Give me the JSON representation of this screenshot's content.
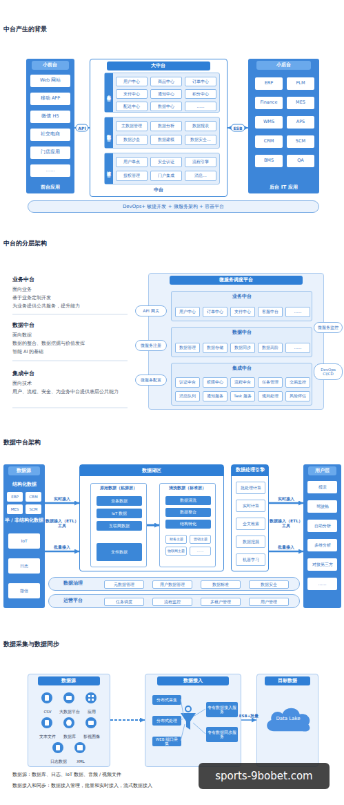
{
  "diagram": {
    "nodes": [
      {
        "text": [
          "小前台",
          "前台应用"
        ]
      },
      {
        "text": [
          "Web 网站"
        ],
        "in": 0
      },
      {
        "text": [
          "移动 APP"
        ],
        "in": 0
      },
      {
        "text": [
          "微信 H5"
        ],
        "in": 0
      },
      {
        "text": [
          "社交电商"
        ],
        "in": 0
      },
      {
        "text": [
          "门店应用"
        ],
        "in": 0
      },
      {
        "text": [
          "……"
        ],
        "in": 0
      },
      {
        "text": [
          "大中台",
          "中台"
        ]
      },
      {
        "text": [
          "业务中台"
        ],
        "in": 7
      },
      {
        "text": [
          "用户中心"
        ],
        "in": 8
      },
      {
        "text": [
          "商品中心"
        ],
        "in": 8
      },
      {
        "text": [
          "订单中心"
        ],
        "in": 8
      },
      {
        "text": [
          "支付中心"
        ],
        "in": 8
      },
      {
        "text": [
          "通知中心"
        ],
        "in": 8
      },
      {
        "text": [
          "积分中心"
        ],
        "in": 8
      },
      {
        "text": [
          "配送中心"
        ],
        "in": 8
      },
      {
        "text": [
          "数据中心"
        ],
        "in": 8
      },
      {
        "text": [
          "……"
        ],
        "in": 8
      },
      {
        "text": [
          "数据中台"
        ],
        "in": 7
      },
      {
        "text": [
          "主数据管理"
        ],
        "in": 18
      },
      {
        "text": [
          "数据分析"
        ],
        "in": 18
      },
      {
        "text": [
          "数据报表"
        ],
        "in": 18
      },
      {
        "text": [
          "数据沙盒"
        ],
        "in": 18
      },
      {
        "text": [
          "数据建模"
        ],
        "in": 18
      },
      {
        "text": [
          "数据安全…"
        ],
        "in": 18
      },
      {
        "text": [
          "技术中台"
        ],
        "in": 7
      },
      {
        "text": [
          "用户单点"
        ],
        "in": 25
      },
      {
        "text": [
          "安全认证"
        ],
        "in": 25
      },
      {
        "text": [
          "流程引擎"
        ],
        "in": 25
      },
      {
        "text": [
          "授权管理"
        ],
        "in": 25
      },
      {
        "text": [
          "门户集成"
        ],
        "in": 25
      },
      {
        "text": [
          "消息…"
        ],
        "in": 25
      },
      {
        "text": [
          "小后台",
          "后台 IT 应用"
        ]
      },
      {
        "text": [
          "ERP"
        ],
        "in": 32
      },
      {
        "text": [
          "PLM"
        ],
        "in": 32
      },
      {
        "text": [
          "Finance"
        ],
        "in": 32
      },
      {
        "text": [
          "MES"
        ],
        "in": 32
      },
      {
        "text": [
          "WMS"
        ],
        "in": 32
      },
      {
        "text": [
          "APS"
        ],
        "in": 32
      },
      {
        "text": [
          "CRM"
        ],
        "in": 32
      },
      {
        "text": [
          "SCM"
        ],
        "in": 32
      },
      {
        "text": [
          "BMS"
        ],
        "in": 32
      },
      {
        "text": [
          "QA"
        ],
        "in": 32
      },
      {
        "text": [
          "DevOps+ 敏捷开发 + 微服务架构 + 容器平台"
        ]
      },
      {
        "text": [
          "微服务调度平台"
        ]
      },
      {
        "text": [
          "业务中台"
        ],
        "in": 44
      },
      {
        "text": [
          "用户中心"
        ],
        "in": 45
      },
      {
        "text": [
          "订单中心"
        ],
        "in": 45
      },
      {
        "text": [
          "支付中心"
        ],
        "in": 45
      },
      {
        "text": [
          "客服中台"
        ],
        "in": 45
      },
      {
        "text": [
          "……"
        ],
        "in": 45
      },
      {
        "text": [
          "数据中台"
        ],
        "in": 44
      },
      {
        "text": [
          "数据管理"
        ],
        "in": 51
      },
      {
        "text": [
          "数据存储"
        ],
        "in": 51
      },
      {
        "text": [
          "数据同步"
        ],
        "in": 51
      },
      {
        "text": [
          "数据高阶"
        ],
        "in": 51
      },
      {
        "text": [
          "……"
        ],
        "in": 51
      },
      {
        "text": [
          "集成中台"
        ],
        "in": 44
      },
      {
        "text": [
          "认证中台"
        ],
        "in": 57
      },
      {
        "text": [
          "权限中心"
        ],
        "in": 57
      },
      {
        "text": [
          "流程中台"
        ],
        "in": 57
      },
      {
        "text": [
          "任务管理"
        ],
        "in": 57
      },
      {
        "text": [
          "交易监控"
        ],
        "in": 57
      },
      {
        "text": [
          "消息队列"
        ],
        "in": 57
      },
      {
        "text": [
          "通知服务"
        ],
        "in": 57
      },
      {
        "text": [
          "Task 服务"
        ],
        "in": 57
      },
      {
        "text": [
          "规则处理"
        ],
        "in": 57
      },
      {
        "text": [
          "风险评估"
        ],
        "in": 57
      },
      {
        "text": [
          "API 网关"
        ]
      },
      {
        "text": [
          "微服务注册"
        ]
      },
      {
        "text": [
          "微服务配置"
        ]
      },
      {
        "text": [
          "微服务监控"
        ]
      },
      {
        "text": [
          "DevOps CI/CD"
        ]
      },
      {
        "text": [
          "数据源",
          "结构化数据",
          "半 / 非结构化数据"
        ]
      },
      {
        "text": [
          "ERP"
        ],
        "in": 73
      },
      {
        "text": [
          "CRM"
        ],
        "in": 73
      },
      {
        "text": [
          "MES"
        ],
        "in": 73
      },
      {
        "text": [
          "SCM"
        ],
        "in": 73
      },
      {
        "text": [
          "IoT"
        ],
        "in": 73
      },
      {
        "text": [
          "日志"
        ],
        "in": 73
      },
      {
        "text": [
          "微信"
        ],
        "in": 73
      },
      {
        "text": [
          "数据湖区"
        ]
      },
      {
        "text": [
          "原始数据（贴源层）"
        ],
        "in": 81
      },
      {
        "text": [
          "业务数据"
        ],
        "in": 82
      },
      {
        "text": [
          "IoT 数据"
        ],
        "in": 82
      },
      {
        "text": [
          "互联网数据"
        ],
        "in": 82
      },
      {
        "text": [
          "文件数据"
        ],
        "in": 82
      },
      {
        "text": [
          "清洗数据（标准层）"
        ],
        "in": 81
      },
      {
        "text": [
          "数据清洗"
        ],
        "in": 87
      },
      {
        "text": [
          "数据整合"
        ],
        "in": 87
      },
      {
        "text": [
          "结构转化"
        ],
        "in": 87
      },
      {
        "text": [
          "财务主题"
        ],
        "in": 87
      },
      {
        "text": [
          "营销主题"
        ],
        "in": 87
      },
      {
        "text": [
          "物联网主题"
        ],
        "in": 87
      },
      {
        "text": [
          "……"
        ],
        "in": 87
      },
      {
        "text": [
          "数据处理引擎"
        ]
      },
      {
        "text": [
          "批处理计算"
        ],
        "in": 95
      },
      {
        "text": [
          "实时计算"
        ],
        "in": 95
      },
      {
        "text": [
          "全文检索"
        ],
        "in": 95
      },
      {
        "text": [
          "数据挖掘"
        ],
        "in": 95
      },
      {
        "text": [
          "机器学习"
        ],
        "in": 95
      },
      {
        "text": [
          "用户层"
        ]
      },
      {
        "text": [
          "报表"
        ],
        "in": 101
      },
      {
        "text": [
          "驾驶舱"
        ],
        "in": 101
      },
      {
        "text": [
          "自助分析"
        ],
        "in": 101
      },
      {
        "text": [
          "多维分析"
        ],
        "in": 101
      },
      {
        "text": [
          "对接第三方"
        ],
        "in": 101
      },
      {
        "text": [
          "……"
        ],
        "in": 101
      },
      {
        "text": [
          "数据治理"
        ]
      },
      {
        "text": [
          "元数据管理"
        ],
        "in": 108
      },
      {
        "text": [
          "用户数据管理"
        ],
        "in": 108
      },
      {
        "text": [
          "数据标准"
        ],
        "in": 108
      },
      {
        "text": [
          "数据安全"
        ],
        "in": 108
      },
      {
        "text": [
          "运营平台"
        ]
      },
      {
        "text": [
          "任务调度"
        ],
        "in": 113
      },
      {
        "text": [
          "流程监控"
        ],
        "in": 113
      },
      {
        "text": [
          "多租户管理"
        ],
        "in": 113
      },
      {
        "text": [
          "用户管理"
        ],
        "in": 113
      },
      {
        "text": [
          "数据源"
        ]
      },
      {
        "text": [
          "CSV"
        ],
        "in": 118
      },
      {
        "text": [
          "大数据平台"
        ],
        "in": 118
      },
      {
        "text": [
          "应用"
        ],
        "in": 118
      },
      {
        "text": [
          "文本文件"
        ],
        "in": 118
      },
      {
        "text": [
          "数据库"
        ],
        "in": 118
      },
      {
        "text": [
          "影视图像"
        ],
        "in": 118
      },
      {
        "text": [
          "日志数据"
        ],
        "in": 118
      },
      {
        "text": [
          "XML"
        ],
        "in": 118
      },
      {
        "text": [
          "数据接入"
        ]
      },
      {
        "text": [
          "分布式采集"
        ],
        "in": 127
      },
      {
        "text": [
          "分布式处理"
        ],
        "in": 127
      },
      {
        "text": [
          "WEB 端口采集"
        ],
        "in": 127
      },
      {
        "text": [
          "专有数据接入服务"
        ],
        "in": 127
      },
      {
        "text": [
          "专有数据同步服务"
        ],
        "in": 127
      },
      {
        "text": [
          "目标数据"
        ]
      },
      {
        "text": [
          "Data Lake"
        ],
        "in": 133
      }
    ],
    "edges": [
      {
        "from": 0,
        "to": 7,
        "label": "API",
        "arrow": "both"
      },
      {
        "from": 7,
        "to": 32,
        "label": "ESB",
        "arrow": "both"
      },
      {
        "from": 73,
        "to": 81,
        "label": "实时接入",
        "arrow": "to"
      },
      {
        "from": 73,
        "to": 81,
        "label": "批量接入",
        "arrow": "to"
      },
      {
        "from": 82,
        "to": 87,
        "arrow": "to"
      },
      {
        "from": 95,
        "to": 101,
        "label": "实时接入",
        "arrow": "to"
      },
      {
        "from": 95,
        "to": 101,
        "label": "批量接入",
        "arrow": "to"
      },
      {
        "from": 118,
        "to": 127,
        "arrow": "to"
      },
      {
        "from": 127,
        "to": 133,
        "label": "ESB+批量",
        "arrow": "to"
      }
    ],
    "labels": [
      "中台产生的背景",
      "中台的分层架构",
      "业务中台",
      "面向业务",
      "基于业务定制开发",
      "为业务提供公共服务，提升能力",
      "数据中台",
      "面向数据",
      "数据的整合、数据挖掘与价值发挥",
      "智能 AI 的基础",
      "集成中台",
      "面向技术",
      "用户、流程、安全、为业务中台提供底层公共能力",
      "数据中台架构",
      "数据接入（ETL）工具",
      "数据接入（ETL）工具",
      "数据采集与数据同步",
      "数据源：数据库、日志、IoT 数据、音频 / 视频文件",
      "数据接入和同步：数据接入管理，批量和实时接入，流式数据接入",
      "sports-9bobet.com"
    ]
  }
}
